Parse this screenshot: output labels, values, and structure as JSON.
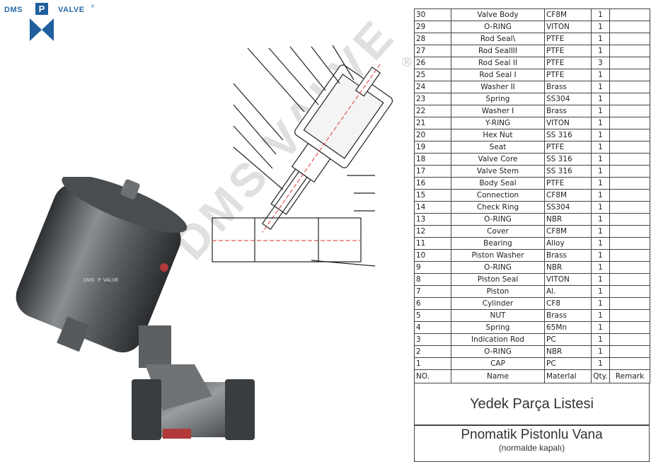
{
  "logo": {
    "left": "DMS",
    "mark": "P",
    "right": "VALVE",
    "registered": "®"
  },
  "watermark": {
    "text": "DMS VALVE",
    "registered": "®"
  },
  "photo": {
    "brand_left": "DMS",
    "brand_mark": "P",
    "brand_right": "VALVE"
  },
  "parts_table": {
    "header": {
      "no": "NO.",
      "name": "Name",
      "material": "Materlal",
      "qty": "Qty.",
      "remark": "Remark"
    },
    "rows": [
      {
        "no": "30",
        "name": "Valve Body",
        "material": "CF8M",
        "qty": "1"
      },
      {
        "no": "29",
        "name": "O-RING",
        "material": "VITON",
        "qty": "1"
      },
      {
        "no": "28",
        "name": "Rod Seal\\",
        "material": "PTFE",
        "qty": "1"
      },
      {
        "no": "27",
        "name": "Rod SealIII",
        "material": "PTFE",
        "qty": "1"
      },
      {
        "no": "26",
        "name": "Rod Seal II",
        "material": "PTFE",
        "qty": "3"
      },
      {
        "no": "25",
        "name": "Rod Seal I",
        "material": "PTFE",
        "qty": "1"
      },
      {
        "no": "24",
        "name": "Washer II",
        "material": "Brass",
        "qty": "1"
      },
      {
        "no": "23",
        "name": "Spring",
        "material": "SS304",
        "qty": "1"
      },
      {
        "no": "22",
        "name": "Washer I",
        "material": "Brass",
        "qty": "1"
      },
      {
        "no": "21",
        "name": "Y-RING",
        "material": "VITON",
        "qty": "1"
      },
      {
        "no": "20",
        "name": "Hex Nut",
        "material": "SS 316",
        "qty": "1"
      },
      {
        "no": "19",
        "name": "Seat",
        "material": "PTFE",
        "qty": "1"
      },
      {
        "no": "18",
        "name": "Valve Core",
        "material": "SS 316",
        "qty": "1"
      },
      {
        "no": "17",
        "name": "Valve Stem",
        "material": "SS 316",
        "qty": "1"
      },
      {
        "no": "16",
        "name": "Body Seal",
        "material": "PTFE",
        "qty": "1"
      },
      {
        "no": "15",
        "name": "Connection",
        "material": "CF8M",
        "qty": "1"
      },
      {
        "no": "14",
        "name": "Check Ring",
        "material": "SS304",
        "qty": "1"
      },
      {
        "no": "13",
        "name": "O-RING",
        "material": "NBR",
        "qty": "1"
      },
      {
        "no": "12",
        "name": "Cover",
        "material": "CF8M",
        "qty": "1"
      },
      {
        "no": "11",
        "name": "Bearing",
        "material": "Alloy",
        "qty": "1"
      },
      {
        "no": "10",
        "name": "Piston Washer",
        "material": "Brass",
        "qty": "1"
      },
      {
        "no": "9",
        "name": "O-RING",
        "material": "NBR",
        "qty": "1"
      },
      {
        "no": "8",
        "name": "Piston Seal",
        "material": "VITON",
        "qty": "1"
      },
      {
        "no": "7",
        "name": "Piston",
        "material": "Al.",
        "qty": "1"
      },
      {
        "no": "6",
        "name": "Cylinder",
        "material": "CF8",
        "qty": "1"
      },
      {
        "no": "5",
        "name": "NUT",
        "material": "Brass",
        "qty": "1"
      },
      {
        "no": "4",
        "name": "Spring",
        "material": "65Mn",
        "qty": "1"
      },
      {
        "no": "3",
        "name": "Indication Rod",
        "material": "PC",
        "qty": "1"
      },
      {
        "no": "2",
        "name": "O-RING",
        "material": "NBR",
        "qty": "1"
      },
      {
        "no": "1",
        "name": "CAP",
        "material": "PC",
        "qty": "1"
      }
    ]
  },
  "title": "Yedek Parça Listesi",
  "subtitle": "Pnomatik Pistonlu Vana",
  "subtitle_note": "(normalde kapalı)",
  "colors": {
    "logo_blue": "#2a6aa8",
    "logo_mark": "#1f5f9e",
    "steel": "#5f6366",
    "line": "#444444"
  }
}
